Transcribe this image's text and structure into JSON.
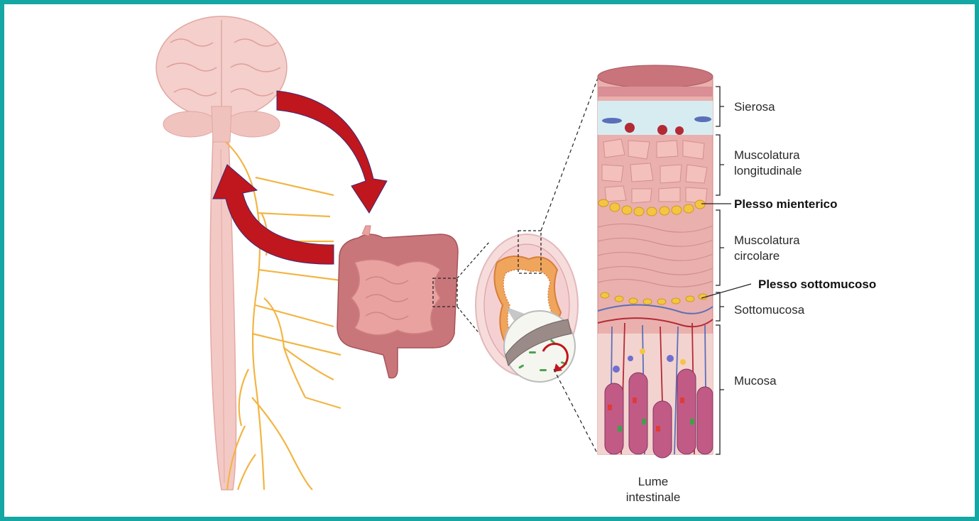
{
  "colors": {
    "frame": "#15a7a4",
    "arrow": "#c0161d",
    "nerve": "#f2b544",
    "tissue": "#e9a7a4",
    "plexus": "#f5c542"
  },
  "labels": {
    "sierosa": "Sierosa",
    "musc_long_1": "Muscolatura",
    "musc_long_2": "longitudinale",
    "plesso_mienterico": "Plesso mienterico",
    "musc_circ_1": "Muscolatura",
    "musc_circ_2": "circolare",
    "plesso_sottomucoso": "Plesso sottomucoso",
    "sottomucosa": "Sottomucosa",
    "mucosa": "Mucosa",
    "lume_1": "Lume",
    "lume_2": "intestinale"
  }
}
